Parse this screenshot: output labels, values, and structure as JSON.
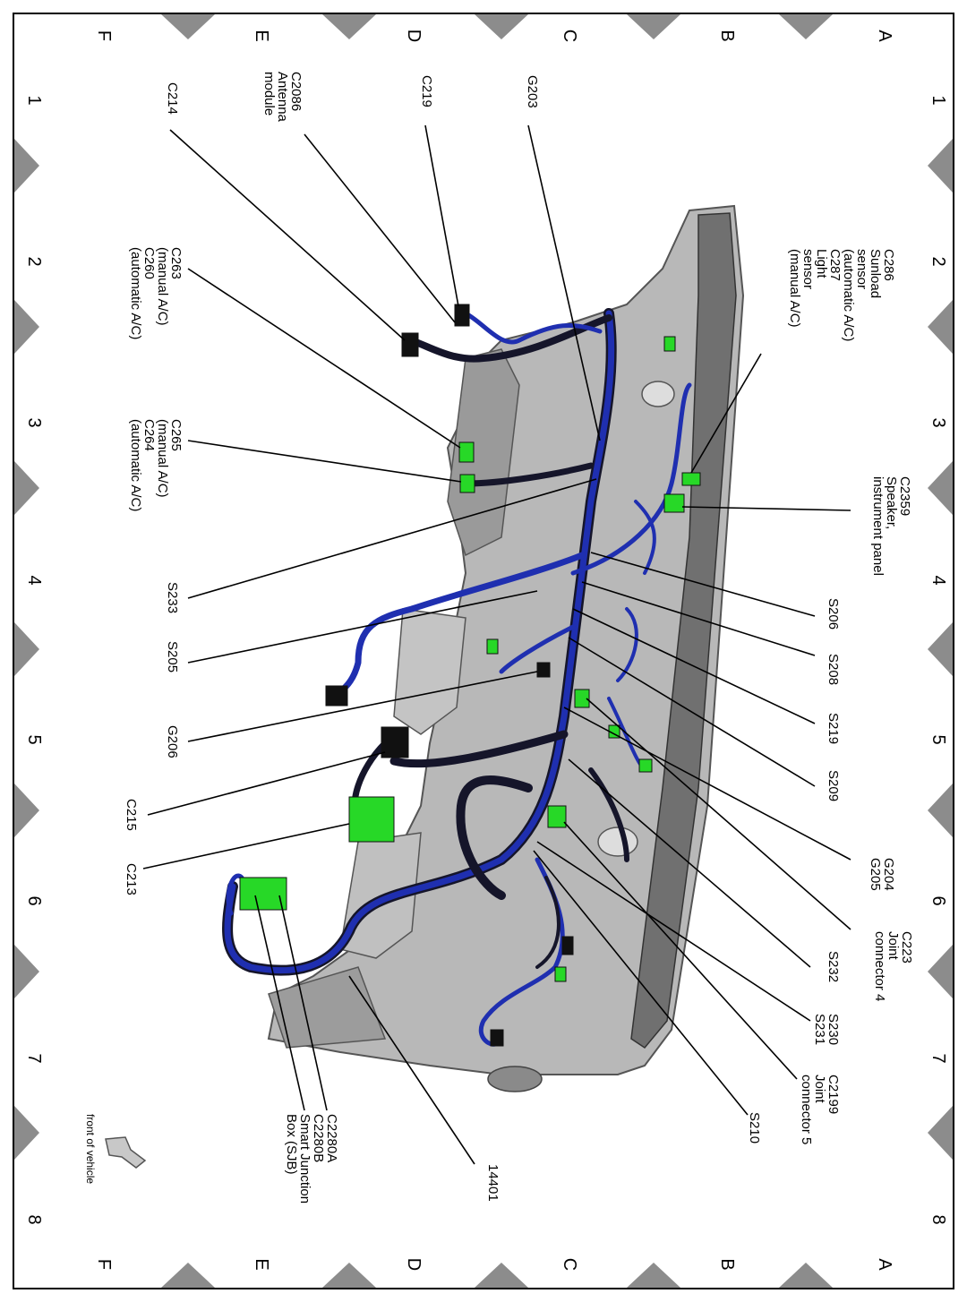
{
  "grid": {
    "rows": [
      "A",
      "B",
      "C",
      "D",
      "E",
      "F"
    ],
    "cols": [
      "1",
      "2",
      "3",
      "4",
      "5",
      "6",
      "7",
      "8"
    ]
  },
  "colors": {
    "harness_blue": "#1f2fb0",
    "harness_black": "#15152a",
    "connector_green": "#27d827",
    "panel_gray": "#a9a9a9",
    "marker_gray": "#8c8c8c"
  },
  "legend": {
    "front_of_vehicle": "front of vehicle"
  },
  "labels": {
    "c286": [
      "C286",
      "Sunload",
      "sensor",
      "(automatic A/C)",
      "C287",
      "Light",
      "sensor",
      "(manual A/C)"
    ],
    "c2359": [
      "C2359",
      "Speaker,",
      "instrument panel"
    ],
    "s206": [
      "S206"
    ],
    "s208": [
      "S208"
    ],
    "s219": [
      "S219"
    ],
    "s209": [
      "S209"
    ],
    "g204": [
      "G204",
      "G205"
    ],
    "c223": [
      "C223",
      "Joint",
      "connector 4"
    ],
    "s232": [
      "S232"
    ],
    "s230": [
      "S230",
      "S231"
    ],
    "c2199": [
      "C2199",
      "Joint",
      "connector 5"
    ],
    "s210": [
      "S210"
    ],
    "g203": [
      "G203"
    ],
    "i14401": [
      "14401"
    ],
    "c219": [
      "C219"
    ],
    "c2086": [
      "C2086",
      "Antenna",
      "module"
    ],
    "c2280": [
      "C2280A",
      "C2280B",
      "Smart Junction",
      "Box (SJB)"
    ],
    "c214": [
      "C214"
    ],
    "c263": [
      "C263",
      "(manual A/C)",
      "C260",
      "(automatic A/C)"
    ],
    "c265": [
      "C265",
      "(manual A/C)",
      "C264",
      "(automatic A/C)"
    ],
    "s233": [
      "S233"
    ],
    "s205": [
      "S205"
    ],
    "g206": [
      "G206"
    ],
    "c215": [
      "C215"
    ],
    "c213": [
      "C213"
    ]
  }
}
